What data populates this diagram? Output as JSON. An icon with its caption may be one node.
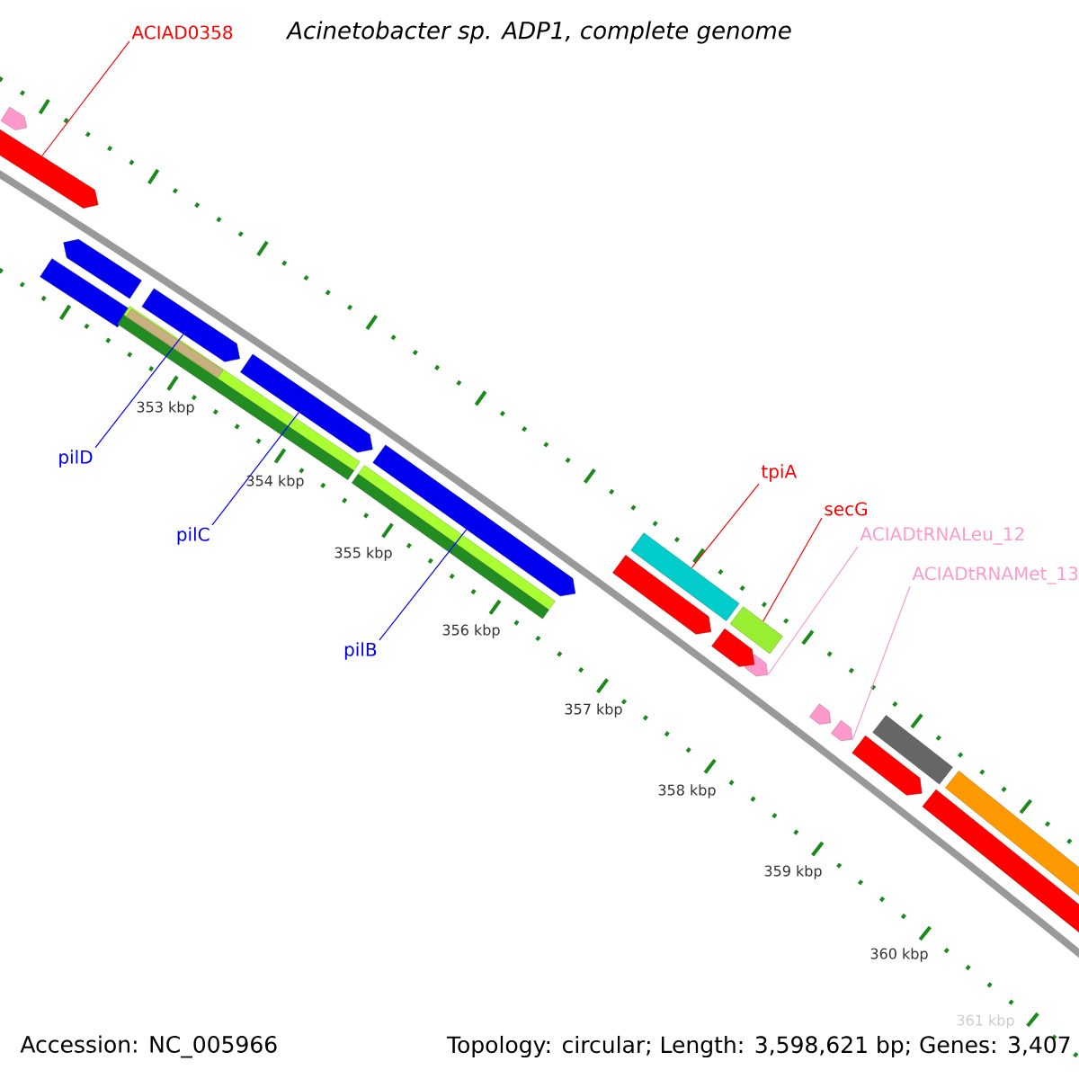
{
  "diagram": {
    "title": "Acinetobacter sp. ADP1, complete genome",
    "nodes": [
      {
        "text": [
          "ACIAD0358"
        ]
      },
      {
        "text": [],
        "shape": "bar"
      },
      {
        "text": [
          "pilD"
        ]
      },
      {
        "text": [],
        "shape": "bar"
      },
      {
        "text": [
          "pilC"
        ]
      },
      {
        "text": [],
        "shape": "bar"
      },
      {
        "text": [
          "pilB"
        ]
      },
      {
        "text": [],
        "shape": "bar"
      },
      {
        "text": [
          "tpiA"
        ]
      },
      {
        "text": [],
        "shape": "bar"
      },
      {
        "text": [
          "secG"
        ]
      },
      {
        "text": [],
        "shape": "bar"
      },
      {
        "text": [
          "ACIADtRNALeu_12"
        ]
      },
      {
        "text": [],
        "shape": "triangle"
      },
      {
        "text": [
          "ACIADtRNAMet_13"
        ]
      },
      {
        "text": [],
        "shape": "triangle"
      },
      {
        "text": [],
        "shape": "triangle"
      },
      {
        "text": [],
        "shape": "bar"
      },
      {
        "text": [],
        "shape": "bar"
      },
      {
        "text": [],
        "shape": "bar"
      },
      {
        "text": [],
        "shape": "bar"
      },
      {
        "text": [],
        "shape": "bar",
        "in": 19
      },
      {
        "text": [],
        "shape": "bar"
      },
      {
        "text": [],
        "shape": "bar"
      },
      {
        "text": [],
        "shape": "bar"
      },
      {
        "text": [],
        "shape": "bar"
      },
      {
        "text": [],
        "shape": "triangle"
      },
      {
        "text": [],
        "shape": "bar"
      },
      {
        "text": [],
        "shape": "bar"
      },
      {
        "text": [],
        "shape": "bar"
      },
      {
        "text": [],
        "shape": "bar"
      }
    ],
    "edges": [
      {
        "from": 0,
        "to": 1,
        "arrow": "none"
      },
      {
        "from": 2,
        "to": 3,
        "arrow": "none",
        "color": "#0000ff"
      },
      {
        "from": 4,
        "to": 5,
        "arrow": "none",
        "color": "#0000ff"
      },
      {
        "from": 6,
        "to": 7,
        "arrow": "none",
        "color": "#0000ff"
      },
      {
        "from": 8,
        "to": 9,
        "arrow": "none"
      },
      {
        "from": 10,
        "to": 11,
        "arrow": "none"
      },
      {
        "from": 12,
        "to": 13,
        "arrow": "none",
        "color": "#ff99cc"
      },
      {
        "from": 14,
        "to": 15,
        "arrow": "none",
        "color": "#ff99cc"
      }
    ],
    "labels": [
      "353 kbp",
      "354 kbp",
      "355 kbp",
      "356 kbp",
      "357 kbp",
      "358 kbp",
      "359 kbp",
      "360 kbp",
      "361 kbp",
      "Accession: NC_005966",
      "Topology: circular; Length: 3,598,621 bp; Genes: 3,407"
    ]
  }
}
